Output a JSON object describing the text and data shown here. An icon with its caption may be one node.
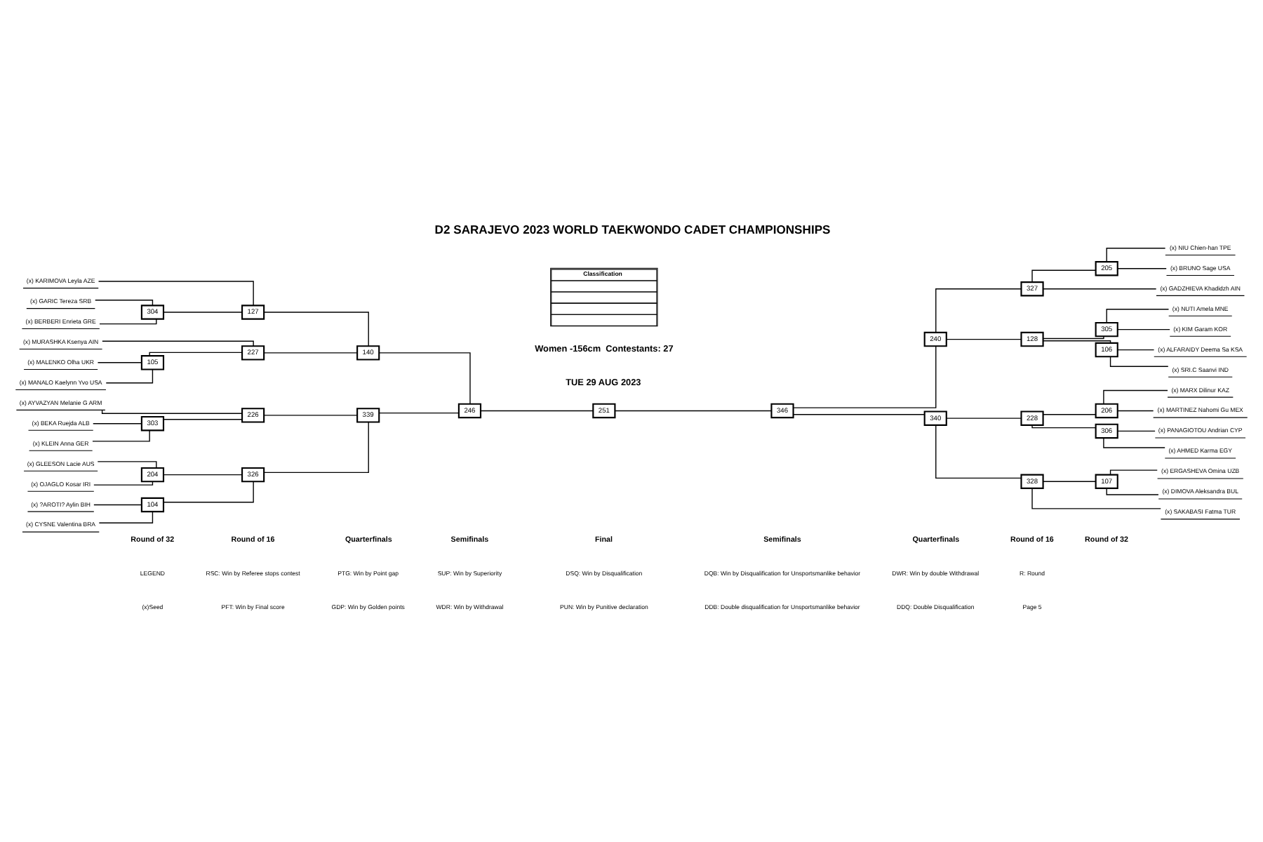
{
  "diagram": {
    "title": "D2 SARAJEVO 2023 WORLD TAEKWONDO CADET CHAMPIONSHIPS",
    "nodes": [
      {
        "text": [
          "(x) AYVAZYAN Melanie G ARM"
        ]
      },
      {
        "text": [
          "(x) KLEIN Anna GER"
        ]
      },
      {
        "text": [
          "(x) BEKA Ruejda ALB"
        ]
      },
      {
        "text": [
          "(x) CYSNE Valentina BRA"
        ]
      },
      {
        "text": [
          "(x) ?AROTI? Aylin BIH"
        ]
      },
      {
        "text": [
          "(x) OJAGLO Kosar IRI"
        ]
      },
      {
        "text": [
          "(x) GLEESON Lacie AUS"
        ]
      },
      {
        "text": [
          "(x) KARIMOVA Leyla AZE"
        ]
      },
      {
        "text": [
          "(x) BERBERI Enrieta GRE"
        ]
      },
      {
        "text": [
          "(x) GARIC Tereza SRB"
        ]
      },
      {
        "text": [
          "(x) MANALO Kaelynn Yvo USA"
        ]
      },
      {
        "text": [
          "(x) MALENKO Olha UKR"
        ]
      },
      {
        "text": [
          "(x) MURASHKA Ksenya AIN"
        ]
      },
      {
        "text": [
          "226"
        ]
      },
      {
        "text": [
          "303"
        ]
      },
      {
        "text": [
          "339"
        ]
      },
      {
        "text": [
          "104"
        ]
      },
      {
        "text": [
          "326"
        ]
      },
      {
        "text": [
          "204"
        ]
      },
      {
        "text": [
          "246"
        ]
      },
      {
        "text": [
          "127"
        ]
      },
      {
        "text": [
          "304"
        ]
      },
      {
        "text": [
          "140"
        ]
      },
      {
        "text": [
          "105"
        ]
      },
      {
        "text": [
          "227"
        ]
      },
      {
        "text": [
          "251"
        ]
      },
      {
        "text": [
          "346"
        ]
      },
      {
        "text": [
          "327"
        ]
      },
      {
        "text": [
          "240"
        ]
      },
      {
        "text": [
          "205"
        ]
      },
      {
        "text": [
          "305"
        ]
      },
      {
        "text": [
          "128"
        ]
      },
      {
        "text": [
          "106"
        ]
      },
      {
        "text": [
          "206"
        ]
      },
      {
        "text": [
          "228"
        ]
      },
      {
        "text": [
          "306"
        ]
      },
      {
        "text": [
          "340"
        ]
      },
      {
        "text": [
          "107"
        ]
      },
      {
        "text": [
          "328"
        ]
      },
      {
        "text": [
          "(x) GADZHIEVA Khadidzh AIN"
        ]
      },
      {
        "text": [
          "(x) NIU Chien-han TPE"
        ]
      },
      {
        "text": [
          "(x) BRUNO Sage USA"
        ]
      },
      {
        "text": [
          "(x) NUTI Amela MNE"
        ]
      },
      {
        "text": [
          "(x) KIM Garam KOR"
        ]
      },
      {
        "text": [
          "(x) ALFARAIDY Deema Sa KSA"
        ]
      },
      {
        "text": [
          "(x) SRI.C Saanvi IND"
        ]
      },
      {
        "text": [
          "(x) MARX Dilinur KAZ"
        ]
      },
      {
        "text": [
          "(x) MARTINEZ Nahomi Gu MEX"
        ]
      },
      {
        "text": [
          "(x) PANAGIOTOU Andrian CYP"
        ]
      },
      {
        "text": [
          "(x) AHMED Karma EGY"
        ]
      },
      {
        "text": [
          "(x) ERGASHEVA Omina UZB"
        ]
      },
      {
        "text": [
          "(x) DIMOVA Aleksandra BUL"
        ]
      },
      {
        "text": [
          "(x) SAKABASI Fatma TUR"
        ]
      }
    ],
    "edges": [
      {
        "from": 0,
        "to": 13,
        "arrow": "none"
      },
      {
        "from": 1,
        "to": 14,
        "arrow": "none"
      },
      {
        "from": 2,
        "to": 14,
        "arrow": "none"
      },
      {
        "from": 14,
        "to": 13,
        "arrow": "none"
      },
      {
        "from": 3,
        "to": 16,
        "arrow": "none"
      },
      {
        "from": 4,
        "to": 16,
        "arrow": "none"
      },
      {
        "from": 5,
        "to": 18,
        "arrow": "none"
      },
      {
        "from": 6,
        "to": 18,
        "arrow": "none"
      },
      {
        "from": 16,
        "to": 17,
        "arrow": "none"
      },
      {
        "from": 18,
        "to": 17,
        "arrow": "none"
      },
      {
        "from": 13,
        "to": 15,
        "arrow": "none"
      },
      {
        "from": 17,
        "to": 15,
        "arrow": "none"
      },
      {
        "from": 7,
        "to": 20,
        "arrow": "none"
      },
      {
        "from": 8,
        "to": 21,
        "arrow": "none"
      },
      {
        "from": 9,
        "to": 21,
        "arrow": "none"
      },
      {
        "from": 21,
        "to": 20,
        "arrow": "none"
      },
      {
        "from": 10,
        "to": 23,
        "arrow": "none"
      },
      {
        "from": 11,
        "to": 23,
        "arrow": "none"
      },
      {
        "from": 23,
        "to": 24,
        "arrow": "none"
      },
      {
        "from": 12,
        "to": 24,
        "arrow": "none"
      },
      {
        "from": 20,
        "to": 22,
        "arrow": "none"
      },
      {
        "from": 24,
        "to": 22,
        "arrow": "none"
      },
      {
        "from": 15,
        "to": 19,
        "arrow": "none"
      },
      {
        "from": 22,
        "to": 19,
        "arrow": "none"
      },
      {
        "from": 19,
        "to": 25,
        "arrow": "none"
      },
      {
        "from": 25,
        "to": 26,
        "arrow": "none"
      },
      {
        "from": 26,
        "to": 28,
        "arrow": "none"
      },
      {
        "from": 26,
        "to": 36,
        "arrow": "none"
      },
      {
        "from": 28,
        "to": 27,
        "arrow": "none"
      },
      {
        "from": 28,
        "to": 31,
        "arrow": "none"
      },
      {
        "from": 27,
        "to": 39,
        "arrow": "none"
      },
      {
        "from": 27,
        "to": 29,
        "arrow": "none"
      },
      {
        "from": 29,
        "to": 40,
        "arrow": "none"
      },
      {
        "from": 29,
        "to": 41,
        "arrow": "none"
      },
      {
        "from": 31,
        "to": 30,
        "arrow": "none"
      },
      {
        "from": 31,
        "to": 32,
        "arrow": "none"
      },
      {
        "from": 30,
        "to": 42,
        "arrow": "none"
      },
      {
        "from": 30,
        "to": 43,
        "arrow": "none"
      },
      {
        "from": 32,
        "to": 44,
        "arrow": "none"
      },
      {
        "from": 32,
        "to": 45,
        "arrow": "none"
      },
      {
        "from": 36,
        "to": 34,
        "arrow": "none"
      },
      {
        "from": 36,
        "to": 38,
        "arrow": "none"
      },
      {
        "from": 34,
        "to": 33,
        "arrow": "none"
      },
      {
        "from": 34,
        "to": 35,
        "arrow": "none"
      },
      {
        "from": 33,
        "to": 46,
        "arrow": "none"
      },
      {
        "from": 33,
        "to": 47,
        "arrow": "none"
      },
      {
        "from": 35,
        "to": 48,
        "arrow": "none"
      },
      {
        "from": 35,
        "to": 49,
        "arrow": "none"
      },
      {
        "from": 38,
        "to": 37,
        "arrow": "none"
      },
      {
        "from": 38,
        "to": 52,
        "arrow": "none"
      },
      {
        "from": 37,
        "to": 50,
        "arrow": "none"
      },
      {
        "from": 37,
        "to": 51,
        "arrow": "none"
      }
    ],
    "labels": [
      "TUE 29 AUG 2023",
      "Women -156cm  Contestants: 27",
      "Round of 32",
      "Round of 16",
      "Quarterfinals",
      "Semifinals",
      "Final",
      "Semifinals",
      "Quarterfinals",
      "Round of 16",
      "Round of 32",
      "Classification",
      "LEGEND",
      "RSC: Win by Referee stops contest",
      "PTG: Win by Point gap",
      "SUP: Win by Superiority",
      "DSQ: Win by Disqualification",
      "DQB: Win by Disqualification for Unsportsmanlike behavior",
      "DWR: Win by double Withdrawal",
      "R: Round",
      "(x)Seed",
      "PFT: Win by Final score",
      "GDP: Win by Golden points",
      "WDR: Win by Withdrawal",
      "PUN: Win by Punitive declaration",
      "DDB: Double disqualification for Unsportsmanlike behavior",
      "DDQ: Double Disqualification",
      "Page 5"
    ]
  }
}
